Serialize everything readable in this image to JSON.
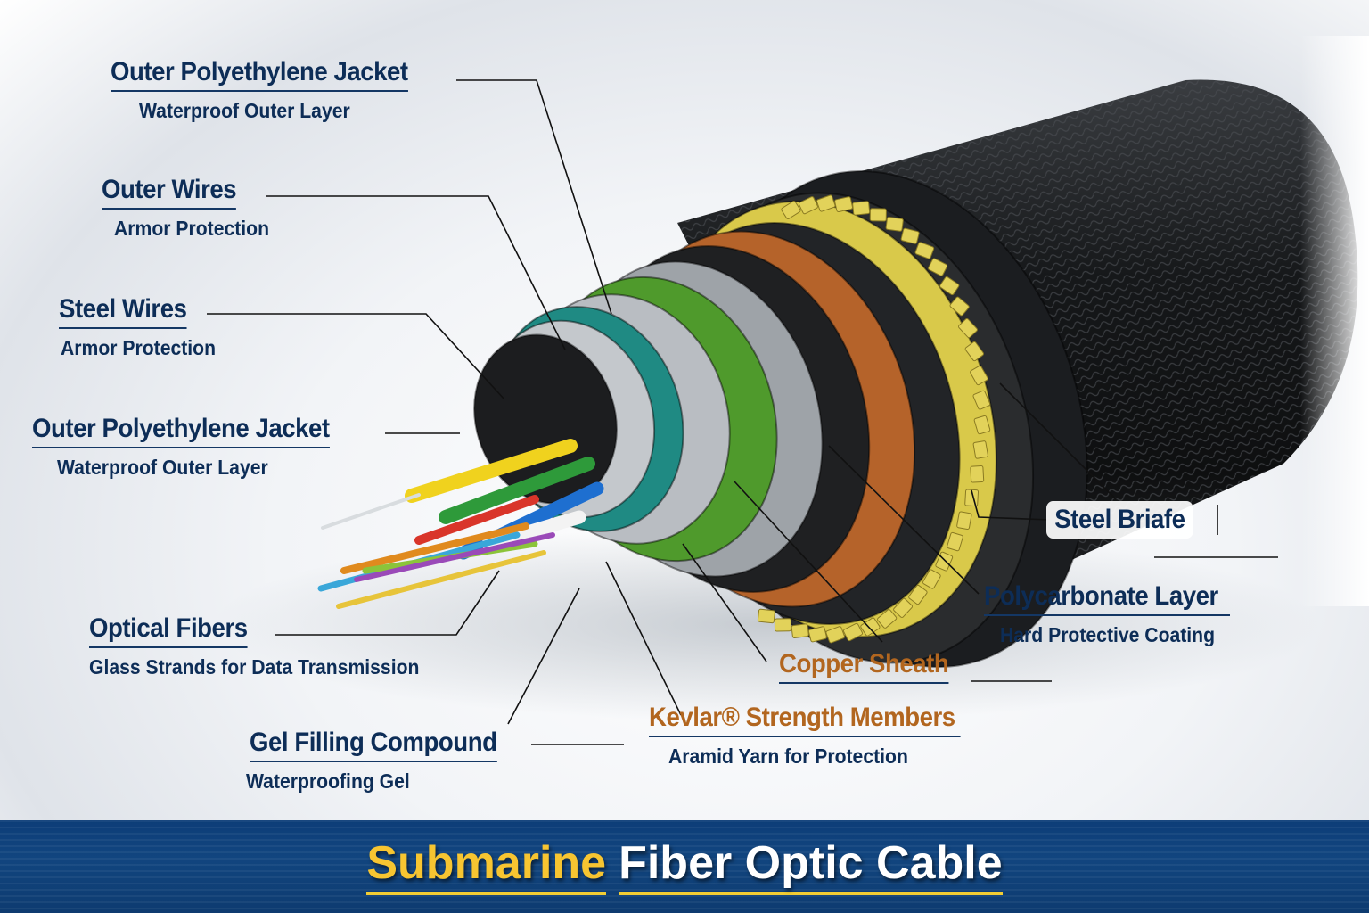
{
  "diagram": {
    "subject": "Submarine fiber optic cable cross-section",
    "labels": [
      {
        "id": "outer-polyethylene-jacket-top",
        "title": "Outer Polyethylene Jacket",
        "subtitle": "Waterproof Outer Layer",
        "style": "navy"
      },
      {
        "id": "outer-wires",
        "title": "Outer Wires",
        "subtitle": "Armor Protection",
        "style": "navy"
      },
      {
        "id": "steel-wires",
        "title": "Steel Wires",
        "subtitle": "Armor Protection",
        "style": "navy"
      },
      {
        "id": "outer-polyethylene-jacket-mid",
        "title": "Outer Polyethylene Jacket",
        "subtitle": "Waterproof Outer Layer",
        "style": "navy"
      },
      {
        "id": "optical-fibers",
        "title": "Optical Fibers",
        "subtitle": "Glass Strands for Data Transmission",
        "style": "navy"
      },
      {
        "id": "gel-filling-compound",
        "title": "Gel Filling Compound",
        "subtitle": "Waterproofing Gel",
        "style": "navy"
      },
      {
        "id": "steel-briafe",
        "title": "Steel Briafe",
        "subtitle": "",
        "style": "navy-boxed"
      },
      {
        "id": "polycarbonate-layer",
        "title": "Polycarbonate Layer",
        "subtitle": "Hard Protective Coating",
        "style": "navy-boxed"
      },
      {
        "id": "copper-sheath",
        "title": "Copper Sheath",
        "subtitle": "",
        "style": "copper"
      },
      {
        "id": "kevlar-strength-members",
        "title": "Kevlar® Strength Members",
        "subtitle": "Aramid Yarn for Protection",
        "style": "copper"
      }
    ],
    "layers_outer_to_inner": [
      {
        "name": "outer jacket",
        "color": "#1b1d20"
      },
      {
        "name": "black band",
        "color": "#2a2c2e"
      },
      {
        "name": "yellow strength yarn",
        "color": "#d9c94a"
      },
      {
        "name": "black sheath",
        "color": "#222427"
      },
      {
        "name": "copper sheath",
        "color": "#b5632a"
      },
      {
        "name": "black foam",
        "color": "#1f2022"
      },
      {
        "name": "steel wire armor",
        "color": "#9ea3a8"
      },
      {
        "name": "green polymer",
        "color": "#4f9a2c"
      },
      {
        "name": "silver tube",
        "color": "#b9bdc2"
      },
      {
        "name": "teal layer",
        "color": "#1f8a83"
      },
      {
        "name": "inner silver tube",
        "color": "#c4c8cc"
      },
      {
        "name": "black gel core",
        "color": "#1c1d1f"
      }
    ],
    "fiber_colors": [
      "#f0d21e",
      "#2e9a3a",
      "#1e6fd0",
      "#f3f3f3",
      "#d9352a",
      "#e08a1e",
      "#3aa7d9",
      "#8bc43a",
      "#e7c43a",
      "#9a4ab8"
    ]
  },
  "footer": {
    "title_accent": "Submarine",
    "title_main": "Fiber Optic Cable",
    "accent_color": "#f7c531",
    "background_color": "#0f4079"
  }
}
